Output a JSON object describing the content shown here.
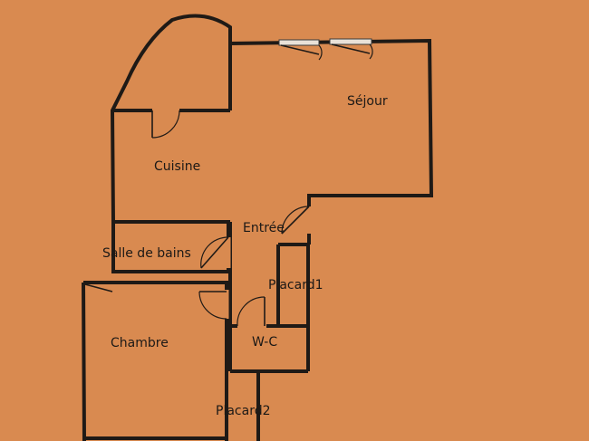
{
  "colors": {
    "background": "#d98a50",
    "wall": "#1f1a16",
    "window_sill": "#e9e1d8"
  },
  "rooms": {
    "sejour": "Séjour",
    "cuisine": "Cuisine",
    "entree": "Entrée",
    "salle_de_bains": "Salle de bains",
    "placard1": "Placard1",
    "chambre": "Chambre",
    "wc": "W-C",
    "placard2": "Placard2"
  }
}
